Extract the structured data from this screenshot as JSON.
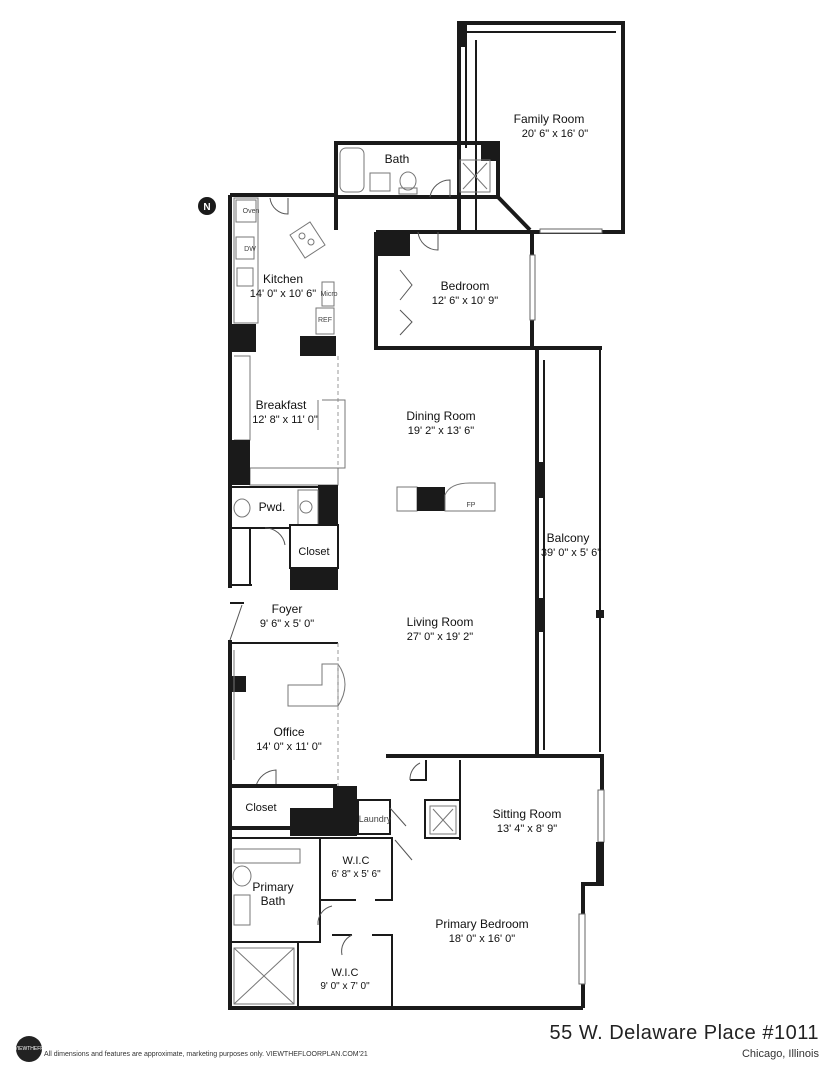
{
  "property": {
    "address": "55 W. Delaware Place #1011",
    "city": "Chicago, Illinois",
    "disclaimer": "All dimensions and features are approximate, marketing purposes only. VIEWTHEFLOORPLAN.COM'21",
    "logo_text": "VIEWTHEFP"
  },
  "compass": {
    "label": "N"
  },
  "fixtures": {
    "oven": "Oven",
    "dw": "DW",
    "micro": "Micro",
    "ref": "REF",
    "fp": "FP"
  },
  "rooms": {
    "family_room": {
      "name": "Family Room",
      "dims": "20' 6\" x 16' 0\""
    },
    "bath": {
      "name": "Bath"
    },
    "kitchen": {
      "name": "Kitchen",
      "dims": "14' 0\" x 10' 6\""
    },
    "bedroom": {
      "name": "Bedroom",
      "dims": "12' 6\" x 10' 9\""
    },
    "breakfast": {
      "name": "Breakfast",
      "dims": "12' 8\" x 11' 0\""
    },
    "dining_room": {
      "name": "Dining Room",
      "dims": "19' 2\" x 13' 6\""
    },
    "pwd": {
      "name": "Pwd."
    },
    "closet_1": {
      "name": "Closet"
    },
    "balcony": {
      "name": "Balcony",
      "dims": "39' 0\" x 5' 6\""
    },
    "foyer": {
      "name": "Foyer",
      "dims": "9' 6\" x 5' 0\""
    },
    "living_room": {
      "name": "Living Room",
      "dims": "27' 0\" x 19' 2\""
    },
    "office": {
      "name": "Office",
      "dims": "14' 0\" x 11' 0\""
    },
    "closet_2": {
      "name": "Closet"
    },
    "laundry": {
      "name": "Laundry"
    },
    "sitting_room": {
      "name": "Sitting Room",
      "dims": "13' 4\" x 8' 9\""
    },
    "wic_1": {
      "name": "W.I.C",
      "dims": "6' 8\" x 5' 6\""
    },
    "primary_bath": {
      "name1": "Primary",
      "name2": "Bath"
    },
    "primary_bedroom": {
      "name": "Primary Bedroom",
      "dims": "18' 0\" x 16' 0\""
    },
    "wic_2": {
      "name": "W.I.C",
      "dims": "9' 0\" x 7' 0\""
    }
  }
}
